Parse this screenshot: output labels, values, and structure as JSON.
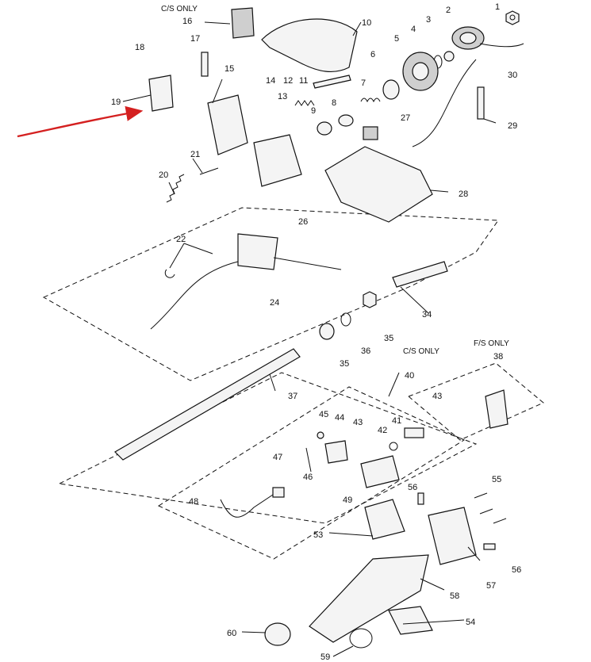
{
  "notes": {
    "cs_only_top": "C/S ONLY",
    "cs_only_40": "C/S ONLY",
    "fs_only": "F/S ONLY"
  },
  "callouts": [
    "1",
    "2",
    "3",
    "4",
    "5",
    "6",
    "7",
    "8",
    "9",
    "10",
    "11",
    "12",
    "13",
    "14",
    "15",
    "16",
    "17",
    "18",
    "19",
    "20",
    "21",
    "22",
    "24",
    "26",
    "27",
    "28",
    "29",
    "30",
    "34",
    "35",
    "36",
    "37",
    "38",
    "40",
    "41",
    "42",
    "43",
    "44",
    "45",
    "46",
    "47",
    "48",
    "49",
    "53",
    "54",
    "55",
    "56",
    "57",
    "58",
    "59",
    "60"
  ],
  "colors": {
    "highlight_arrow": "#d42020",
    "line": "#111111"
  }
}
